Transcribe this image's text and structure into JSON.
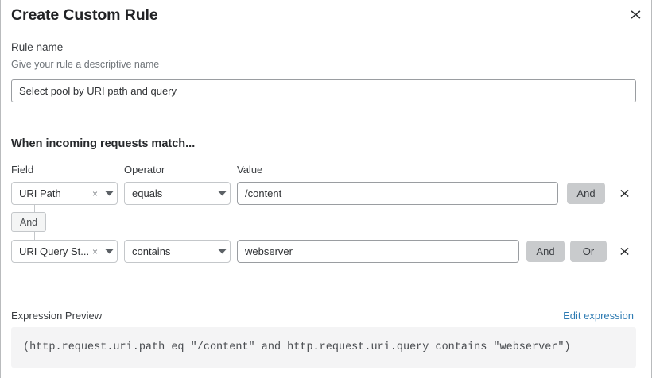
{
  "dialog": {
    "title": "Create Custom Rule",
    "close_icon": "close-icon"
  },
  "rule_name": {
    "label": "Rule name",
    "hint": "Give your rule a descriptive name",
    "value": "Select pool by URI path and query",
    "placeholder": ""
  },
  "conditions_section": {
    "heading": "When incoming requests match...",
    "columns": {
      "field": "Field",
      "operator": "Operator",
      "value": "Value"
    },
    "connector": {
      "label": "And"
    },
    "rows": [
      {
        "field": "URI Path",
        "operator": "equals",
        "value": "/content",
        "clear_icon": "×",
        "caret_icon": "chevron-down-icon",
        "logic_buttons": [
          "And"
        ],
        "delete_icon": "close-icon"
      },
      {
        "field": "URI Query St...",
        "operator": "contains",
        "value": "webserver",
        "clear_icon": "×",
        "caret_icon": "chevron-down-icon",
        "logic_buttons": [
          "And",
          "Or"
        ],
        "delete_icon": "close-icon"
      }
    ],
    "logic_and_label": "And",
    "logic_or_label": "Or"
  },
  "expression_preview": {
    "label": "Expression Preview",
    "edit_link": "Edit expression",
    "expression": "(http.request.uri.path eq \"/content\" and http.request.uri.query contains \"webserver\")"
  },
  "colors": {
    "link": "#2f7cb3",
    "logic_button_bg": "#c9cbcd",
    "code_bg": "#f4f4f5",
    "border": "#c4c7ca"
  }
}
